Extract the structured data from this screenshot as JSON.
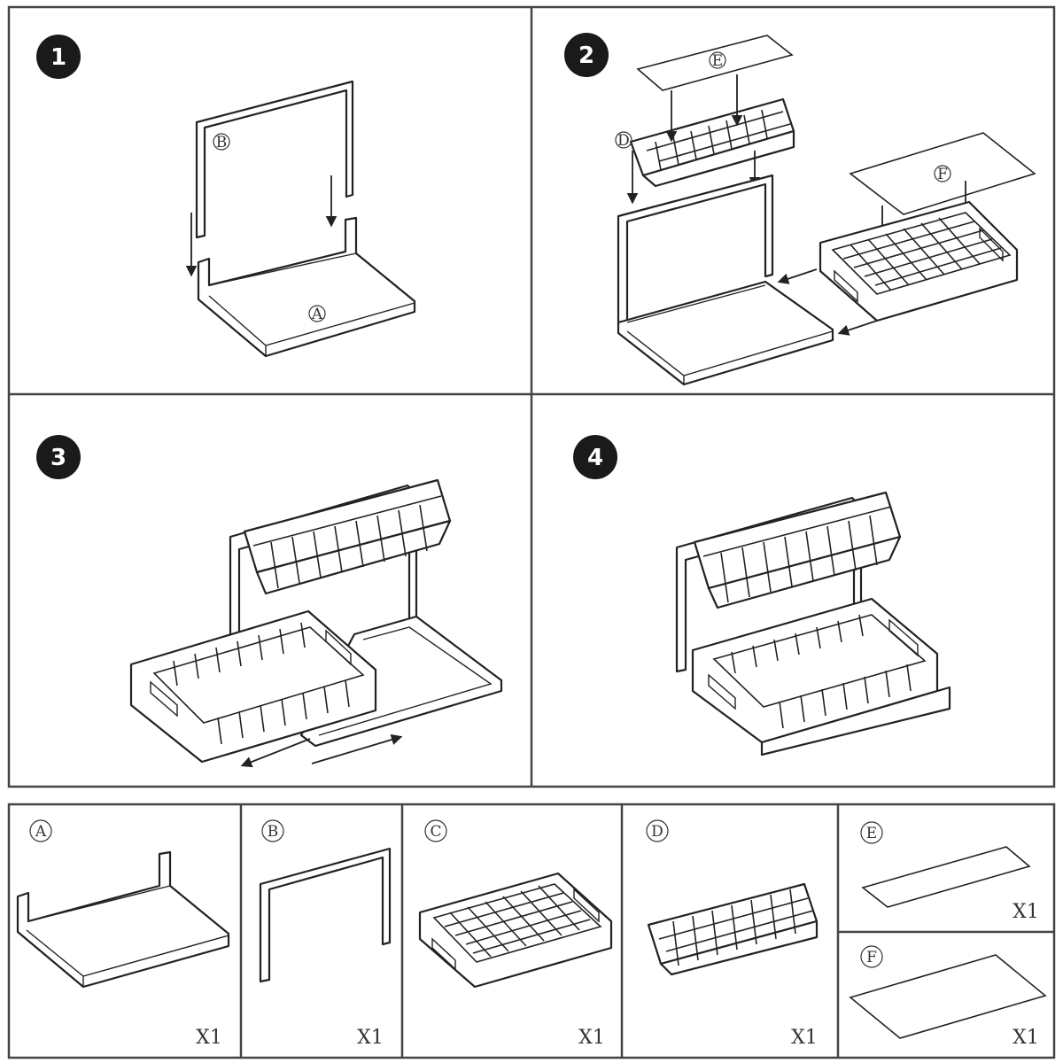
{
  "steps": [
    {
      "number": "1",
      "labels": [
        "B",
        "A"
      ]
    },
    {
      "number": "2",
      "labels": [
        "E",
        "D",
        "F"
      ]
    },
    {
      "number": "3"
    },
    {
      "number": "4"
    }
  ],
  "parts": [
    {
      "letter": "A",
      "quantity": "X1"
    },
    {
      "letter": "B",
      "quantity": "X1"
    },
    {
      "letter": "C",
      "quantity": "X1"
    },
    {
      "letter": "D",
      "quantity": "X1"
    },
    {
      "letter": "E",
      "quantity": "X1"
    },
    {
      "letter": "F",
      "quantity": "X1"
    }
  ]
}
